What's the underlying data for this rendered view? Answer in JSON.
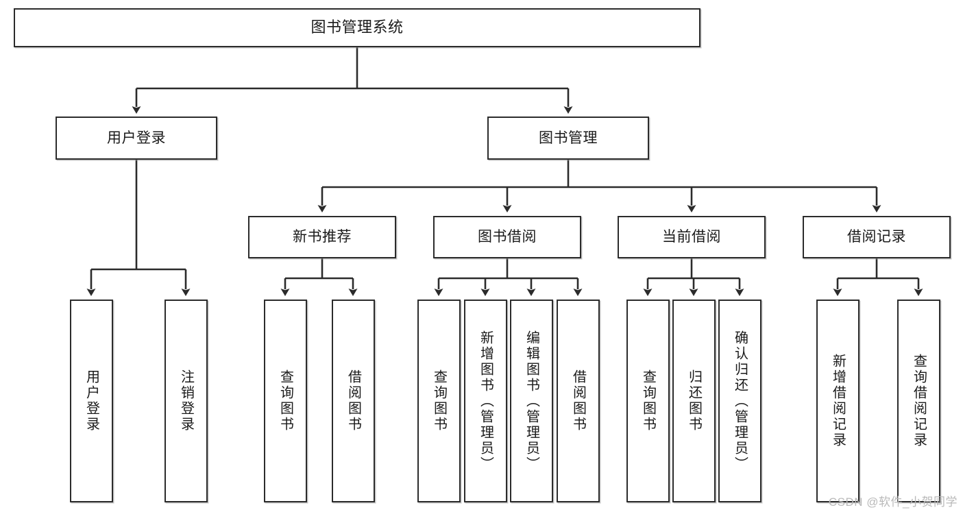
{
  "diagram": {
    "title": "图书管理系统",
    "type": "tree-hierarchy",
    "watermark": "CSDN @软件_小贺同学",
    "colors": {
      "box_border": "#2b2b2b",
      "box_fill": "#ffffff",
      "edge": "#2b2b2b",
      "text": "#1a1a1a",
      "watermark": "#b9b9b9"
    },
    "levels": {
      "root": {
        "label": "图书管理系统"
      },
      "level2": [
        {
          "id": "user-login",
          "label": "用户登录"
        },
        {
          "id": "book-management",
          "label": "图书管理"
        }
      ],
      "level3": [
        {
          "id": "new-book-recommend",
          "label": "新书推荐",
          "parent": "book-management"
        },
        {
          "id": "book-borrow",
          "label": "图书借阅",
          "parent": "book-management"
        },
        {
          "id": "current-borrow",
          "label": "当前借阅",
          "parent": "book-management"
        },
        {
          "id": "borrow-record",
          "label": "借阅记录",
          "parent": "book-management"
        }
      ],
      "leaves": [
        {
          "id": "leaf-user-login",
          "label": "用户登录",
          "parent": "user-login"
        },
        {
          "id": "leaf-logout",
          "label": "注销登录",
          "parent": "user-login"
        },
        {
          "id": "leaf-query-book-1",
          "label": "查询图书",
          "parent": "new-book-recommend"
        },
        {
          "id": "leaf-borrow-book-1",
          "label": "借阅图书",
          "parent": "new-book-recommend"
        },
        {
          "id": "leaf-query-book-2",
          "label": "查询图书",
          "parent": "book-borrow"
        },
        {
          "id": "leaf-add-book",
          "label": "新增图书（管理员）",
          "parent": "book-borrow"
        },
        {
          "id": "leaf-edit-book",
          "label": "编辑图书（管理员）",
          "parent": "book-borrow"
        },
        {
          "id": "leaf-borrow-book-2",
          "label": "借阅图书",
          "parent": "book-borrow"
        },
        {
          "id": "leaf-query-book-3",
          "label": "查询图书",
          "parent": "current-borrow"
        },
        {
          "id": "leaf-return-book",
          "label": "归还图书",
          "parent": "current-borrow"
        },
        {
          "id": "leaf-confirm-return",
          "label": "确认归还（管理员）",
          "parent": "current-borrow"
        },
        {
          "id": "leaf-add-record",
          "label": "新增借阅记录",
          "parent": "borrow-record"
        },
        {
          "id": "leaf-query-record",
          "label": "查询借阅记录",
          "parent": "borrow-record"
        }
      ]
    }
  }
}
